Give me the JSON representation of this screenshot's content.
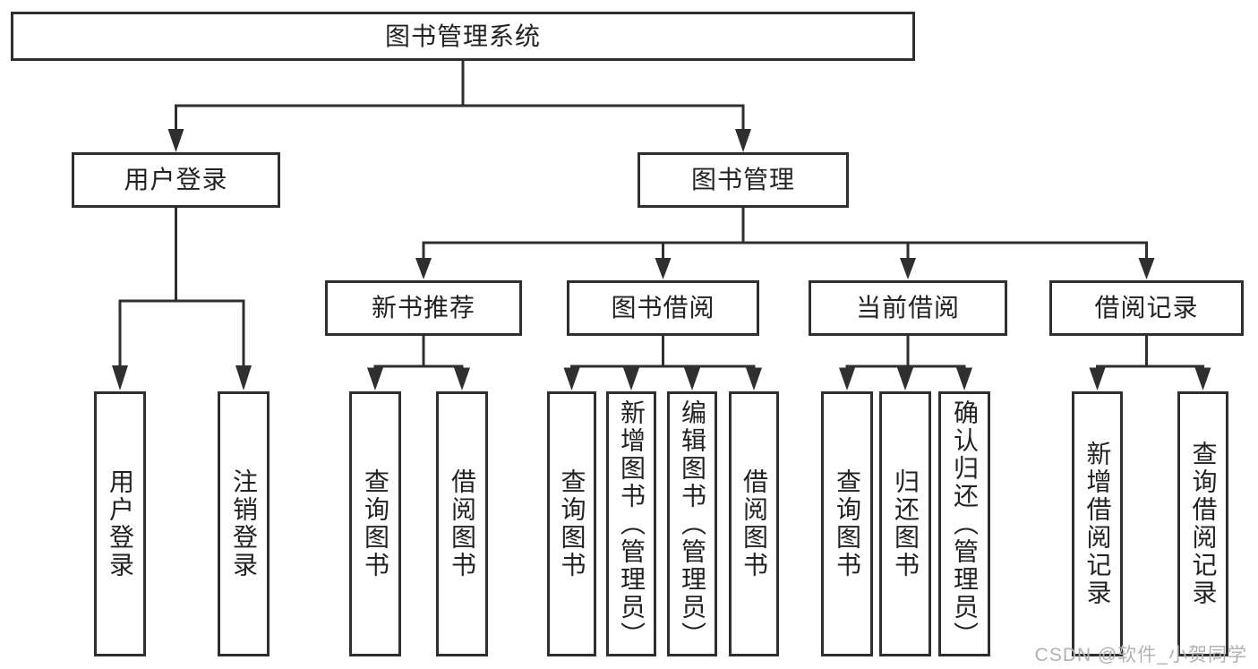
{
  "diagram": {
    "root": {
      "label": "图书管理系统"
    },
    "branches": [
      {
        "id": "user-login",
        "label": "用户登录",
        "children": [
          {
            "label": "用户登录"
          },
          {
            "label": "注销登录"
          }
        ]
      },
      {
        "id": "book-management",
        "label": "图书管理",
        "children": [
          {
            "label": "新书推荐",
            "children": [
              {
                "label": "查询图书"
              },
              {
                "label": "借阅图书"
              }
            ]
          },
          {
            "label": "图书借阅",
            "children": [
              {
                "label": "查询图书"
              },
              {
                "label": "新增图书（管理员）"
              },
              {
                "label": "编辑图书（管理员）"
              },
              {
                "label": "借阅图书"
              }
            ]
          },
          {
            "label": "当前借阅",
            "children": [
              {
                "label": "查询图书"
              },
              {
                "label": "归还图书"
              },
              {
                "label": "确认归还（管理员）"
              }
            ]
          },
          {
            "label": "借阅记录",
            "children": [
              {
                "label": "新增借阅记录"
              },
              {
                "label": "查询借阅记录"
              }
            ]
          }
        ]
      }
    ]
  },
  "watermark": "CSDN @软件_小贺同学",
  "colors": {
    "line": "#2f2f2f",
    "text": "#222222",
    "watermark": "#b2b2b2",
    "background": "#ffffff"
  }
}
